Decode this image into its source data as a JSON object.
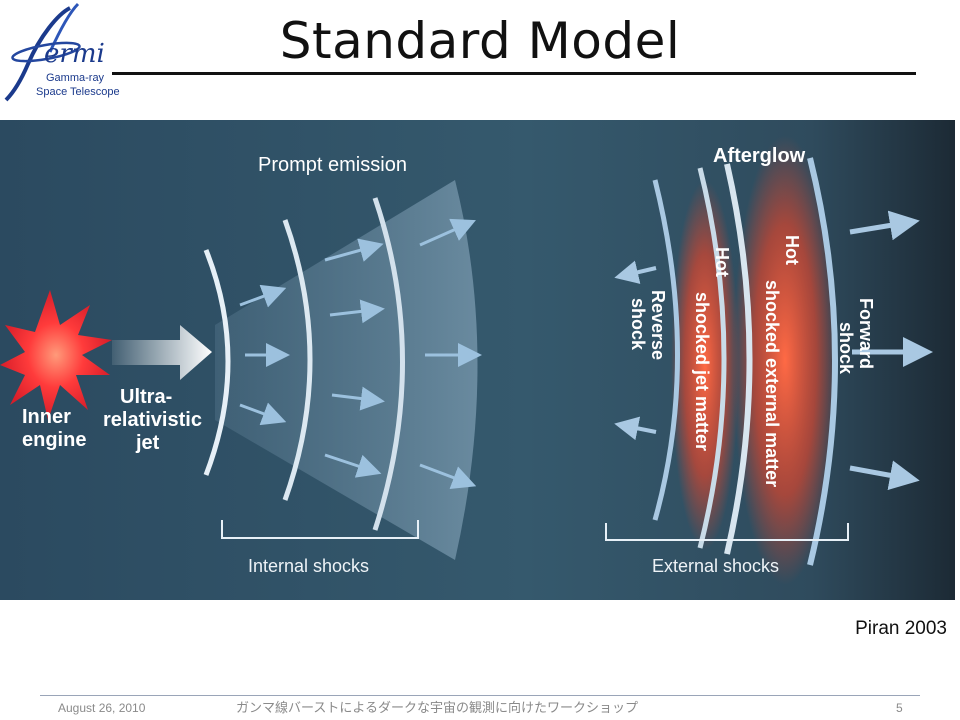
{
  "logo": {
    "name": "ermi",
    "line1": "Gamma-ray",
    "line2": "Space Telescope"
  },
  "title": "Standard Model",
  "diagram": {
    "prompt_emission": "Prompt emission",
    "afterglow": "Afterglow",
    "inner_engine": [
      "Inner",
      "engine"
    ],
    "jet": [
      "Ultra-",
      "relativistic",
      "jet"
    ],
    "internal_shocks": "Internal shocks",
    "external_shocks": "External shocks",
    "reverse_shock": [
      "Reverse",
      "shock"
    ],
    "hot_jet": [
      "Hot",
      "shocked jet matter"
    ],
    "hot_external": [
      "Hot",
      "shocked external matter"
    ],
    "forward_shock": [
      "Forward",
      "shock"
    ],
    "colors": {
      "background": "#2f4f62",
      "glow": "#e0472a",
      "burst": "#ff3b3b"
    }
  },
  "credit": "Piran 2003",
  "footer": {
    "date": "August 26, 2010",
    "event": "ガンマ線バーストによるダークな宇宙の観測に向けたワークショップ",
    "page": "5"
  }
}
